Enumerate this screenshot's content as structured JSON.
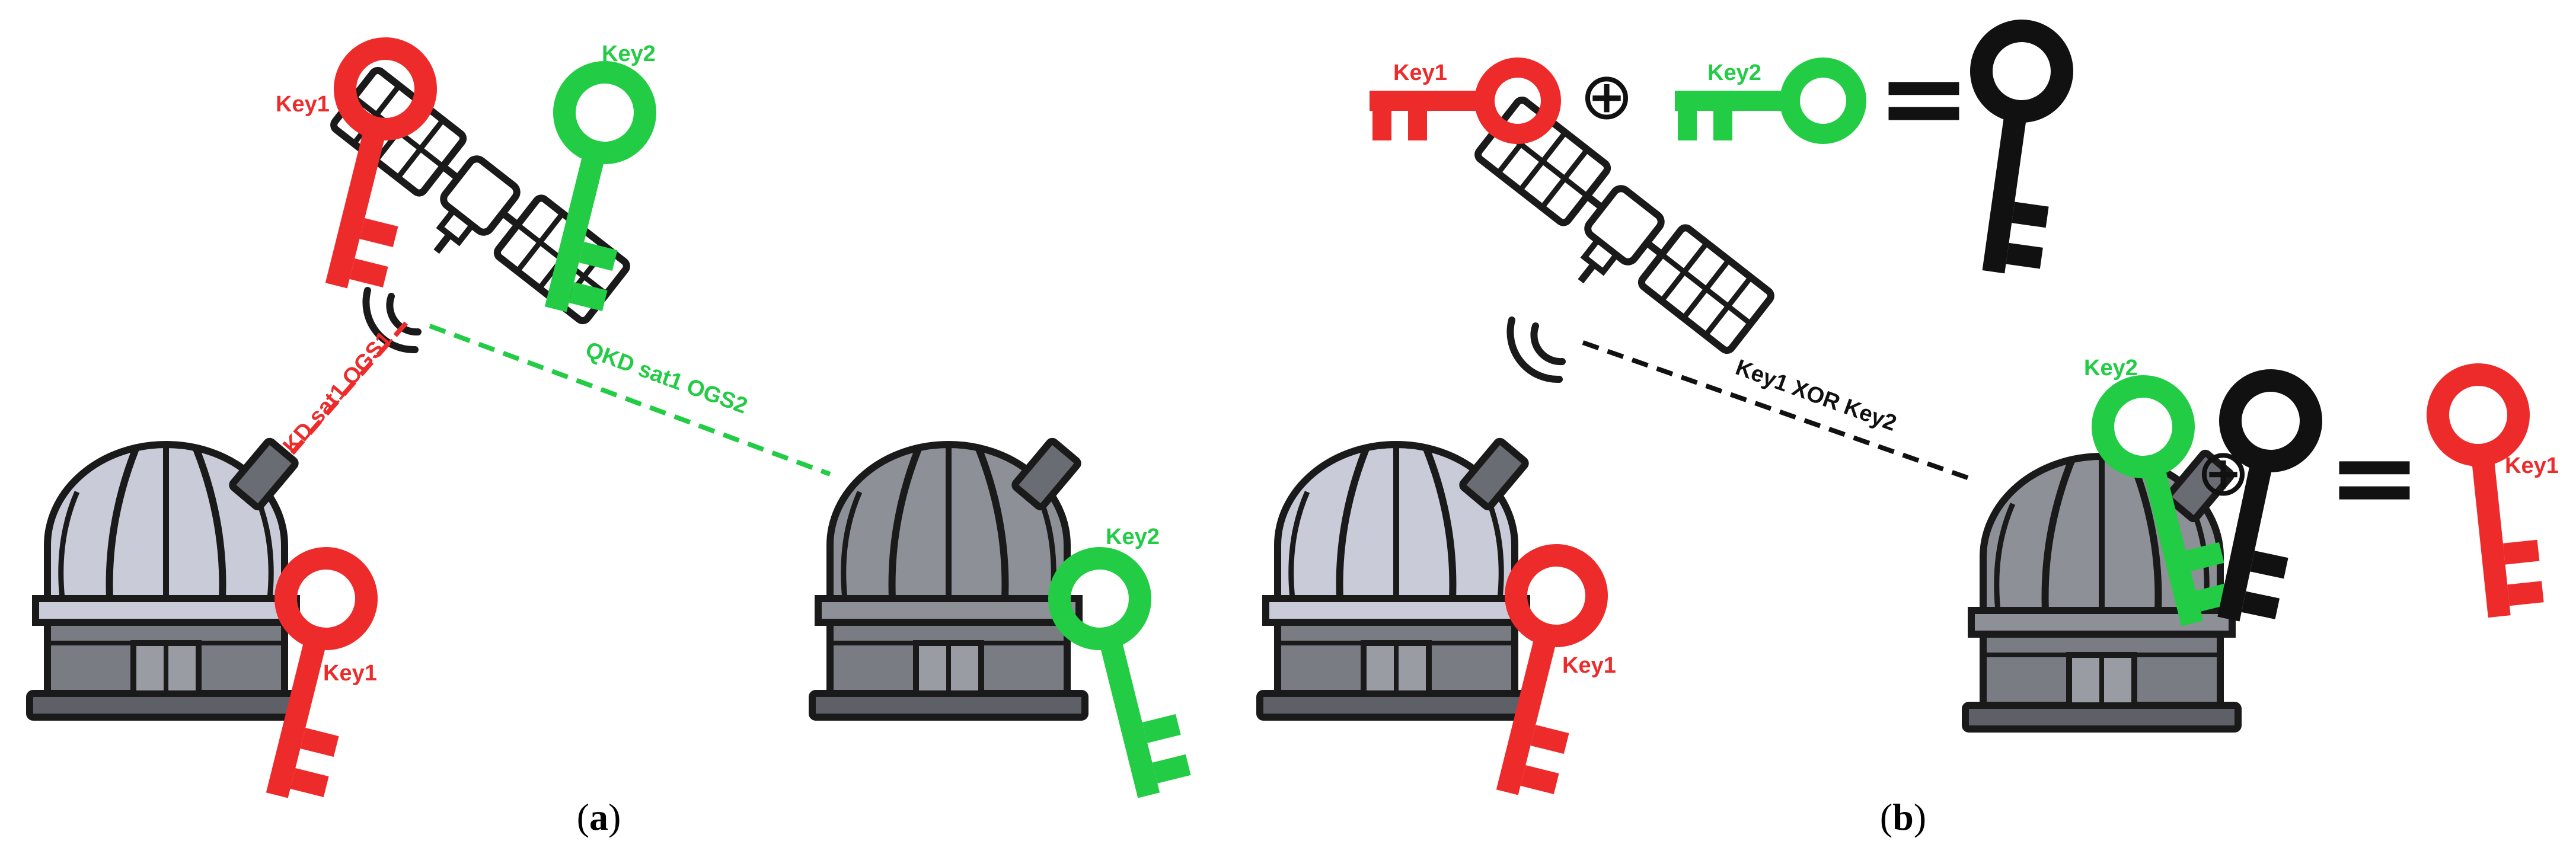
{
  "colors": {
    "red": "#ee2b2b",
    "green": "#22cc44",
    "black": "#111111",
    "dome_light": "#c9ccd8",
    "dome_dark": "#8e9098",
    "base": "#7a7c84",
    "outline": "#1a1a1a"
  },
  "panel_a": {
    "caption_open": "(",
    "caption_letter": "a",
    "caption_close": ")",
    "sat_key1_label": "Key1",
    "sat_key2_label": "Key2",
    "link1_label": "QKD sat1 OGS1",
    "link2_label": "QKD sat1 OGS2",
    "ogs1_key_label": "Key1",
    "ogs2_key_label": "Key2"
  },
  "panel_b": {
    "caption_open": "(",
    "caption_letter": "b",
    "caption_close": ")",
    "eq_key1_label": "Key1",
    "eq_key2_label": "Key2",
    "eq_xor_symbol": "⊕",
    "eq_equals_symbol": "=",
    "link_label": "Key1 XOR Key2",
    "ogs1_key_label": "Key1",
    "ogs2_key2_label": "Key2",
    "ogs2_xor_symbol": "⊕",
    "ogs2_equals_symbol": "=",
    "ogs2_result_label": "Key1"
  }
}
